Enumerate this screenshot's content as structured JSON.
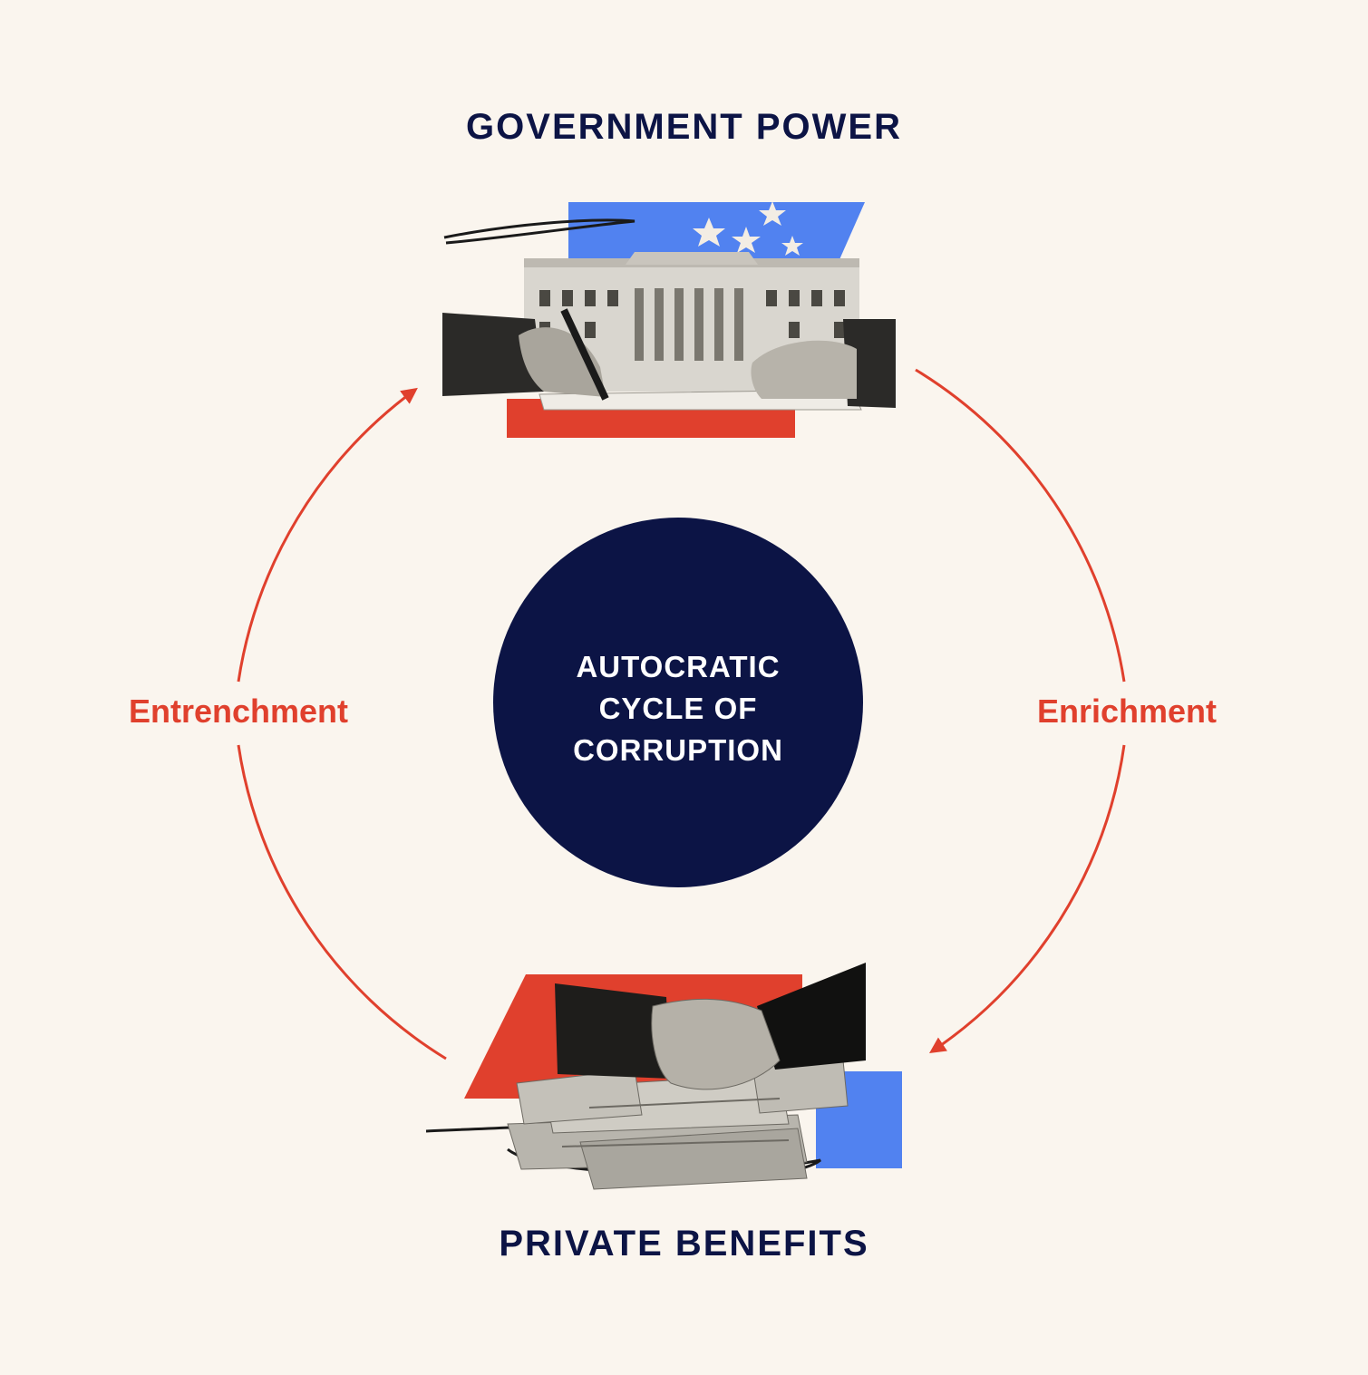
{
  "nodes": {
    "top": {
      "title": "GOVERNMENT POWER",
      "illustration": "white-house-signing-illustration"
    },
    "bottom": {
      "title": "PRIVATE BENEFITS",
      "illustration": "handshake-money-illustration"
    }
  },
  "center": {
    "lines": [
      "AUTOCRATIC",
      "CYCLE OF",
      "CORRUPTION"
    ]
  },
  "edges": {
    "left": "Entrenchment",
    "right": "Enrichment"
  },
  "colors": {
    "background": "#faf5ee",
    "navy": "#0c1445",
    "red": "#e0402d",
    "blue": "#5182f0",
    "white": "#ffffff"
  }
}
